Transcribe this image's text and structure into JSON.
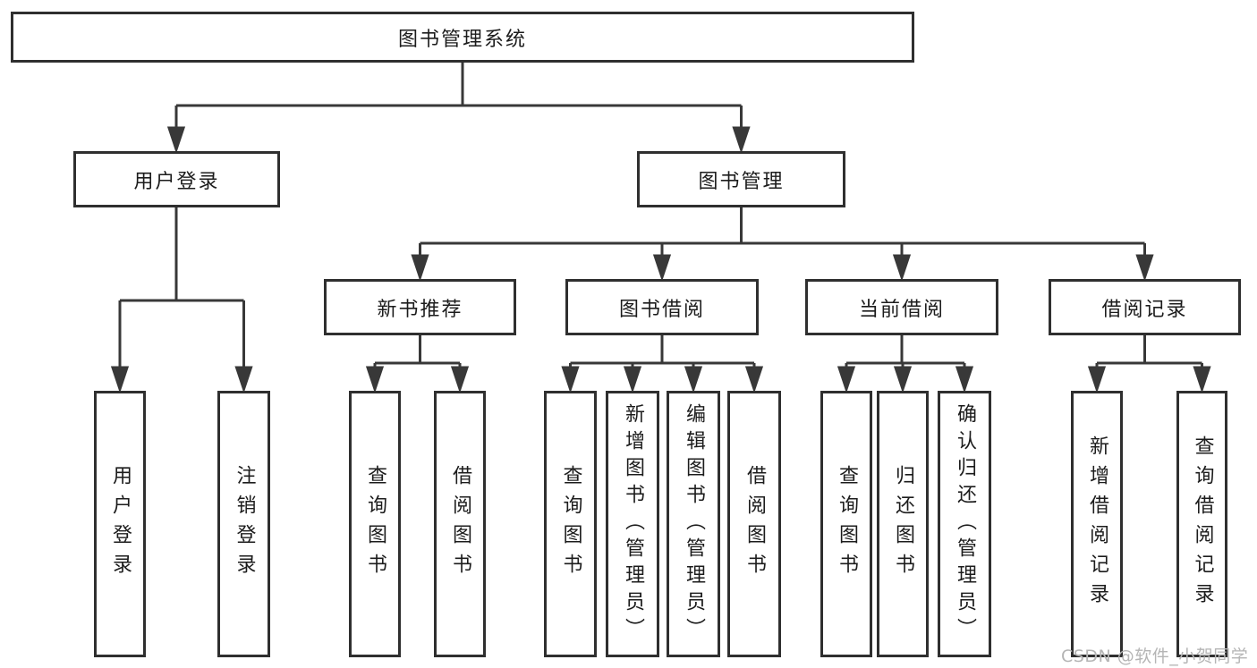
{
  "diagram": {
    "root": {
      "label": "图书管理系统",
      "children": [
        {
          "label": "用户登录",
          "children": [
            {
              "label": "用户登录"
            },
            {
              "label": "注销登录"
            }
          ]
        },
        {
          "label": "图书管理",
          "children": [
            {
              "label": "新书推荐",
              "children": [
                {
                  "label": "查询图书"
                },
                {
                  "label": "借阅图书"
                }
              ]
            },
            {
              "label": "图书借阅",
              "children": [
                {
                  "label": "查询图书"
                },
                {
                  "label": "新增图书（管理员）"
                },
                {
                  "label": "编辑图书（管理员）"
                },
                {
                  "label": "借阅图书"
                }
              ]
            },
            {
              "label": "当前借阅",
              "children": [
                {
                  "label": "查询图书"
                },
                {
                  "label": "归还图书"
                },
                {
                  "label": "确认归还（管理员）"
                }
              ]
            },
            {
              "label": "借阅记录",
              "children": [
                {
                  "label": "新增借阅记录"
                },
                {
                  "label": "查询借阅记录"
                }
              ]
            }
          ]
        }
      ]
    }
  },
  "watermark": {
    "text": "CSDN @软件_小贺同学"
  },
  "colors": {
    "line": "#383838",
    "box_border": "#2f2f2f",
    "text": "#1c1c1c",
    "watermark": "#b5b5b5",
    "background": "#ffffff"
  }
}
